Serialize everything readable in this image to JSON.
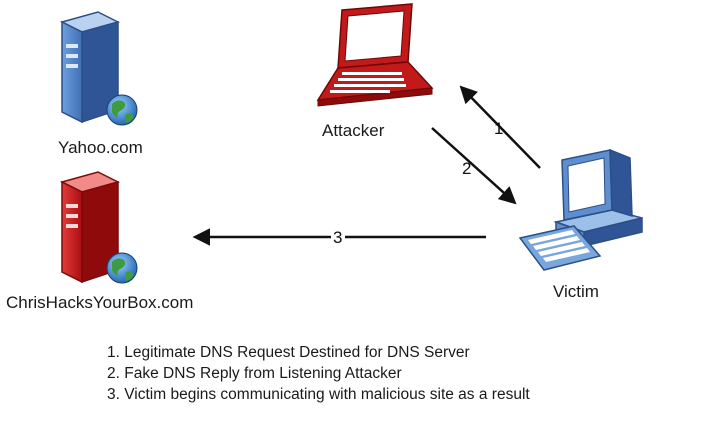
{
  "nodes": {
    "yahoo": {
      "label": "Yahoo.com"
    },
    "attacker": {
      "label": "Attacker"
    },
    "malicious": {
      "label": "ChrisHacksYourBox.com"
    },
    "victim": {
      "label": "Victim"
    }
  },
  "arrows": [
    {
      "number": "1",
      "from": "Victim",
      "to": "Attacker"
    },
    {
      "number": "2",
      "from": "Attacker",
      "to": "Victim"
    },
    {
      "number": "3",
      "from": "Victim",
      "to": "ChrisHacksYourBox.com"
    }
  ],
  "legend": [
    "1. Legitimate DNS Request Destined for DNS Server",
    "2. Fake DNS Reply from Listening Attacker",
    "3. Victim begins communicating with malicious site as a result"
  ]
}
